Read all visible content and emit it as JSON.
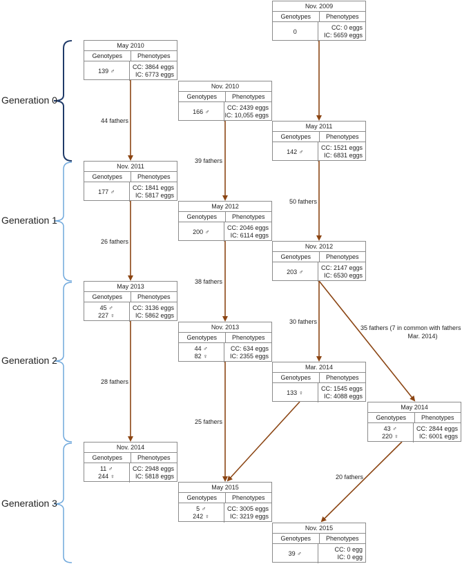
{
  "generations": [
    {
      "label": "Generation 0"
    },
    {
      "label": "Generation 1"
    },
    {
      "label": "Generation 2"
    },
    {
      "label": "Generation 3"
    }
  ],
  "table_headers": {
    "genotypes": "Genotypes",
    "phenotypes": "Phenotypes"
  },
  "batches": [
    {
      "id": "nov2009",
      "date": "Nov. 2009",
      "geno": [
        "0"
      ],
      "pheno": [
        "CC: 0 eggs",
        "IC: 5659 eggs"
      ]
    },
    {
      "id": "may2010",
      "date": "May 2010",
      "geno": [
        "139 ♂"
      ],
      "pheno": [
        "CC: 3864 eggs",
        "IC: 6773 eggs"
      ]
    },
    {
      "id": "nov2010",
      "date": "Nov. 2010",
      "geno": [
        "166 ♂"
      ],
      "pheno": [
        "CC: 2439 eggs",
        "IC: 10,055 eggs"
      ]
    },
    {
      "id": "may2011",
      "date": "May 2011",
      "geno": [
        "142 ♂"
      ],
      "pheno": [
        "CC: 1521 eggs",
        "IC: 6831 eggs"
      ]
    },
    {
      "id": "nov2011",
      "date": "Nov. 2011",
      "geno": [
        "177 ♂"
      ],
      "pheno": [
        "CC: 1841 eggs",
        "IC: 5817 eggs"
      ]
    },
    {
      "id": "may2012",
      "date": "May 2012",
      "geno": [
        "200 ♂"
      ],
      "pheno": [
        "CC: 2046 eggs",
        "IC: 6114 eggs"
      ]
    },
    {
      "id": "nov2012",
      "date": "Nov. 2012",
      "geno": [
        "203 ♂"
      ],
      "pheno": [
        "CC: 2147 eggs",
        "IC: 6530 eggs"
      ]
    },
    {
      "id": "may2013",
      "date": "May 2013",
      "geno": [
        "45 ♂",
        "227 ♀"
      ],
      "pheno": [
        "CC: 3136 eggs",
        "IC: 5862 eggs"
      ]
    },
    {
      "id": "nov2013",
      "date": "Nov. 2013",
      "geno": [
        "44 ♂",
        "82 ♀"
      ],
      "pheno": [
        "CC: 634 eggs",
        "IC: 2355 eggs"
      ]
    },
    {
      "id": "mar2014",
      "date": "Mar. 2014",
      "geno": [
        "133 ♀"
      ],
      "pheno": [
        "CC: 1545 eggs",
        "IC: 4088 eggs"
      ]
    },
    {
      "id": "may2014",
      "date": "May 2014",
      "geno": [
        "43 ♂",
        "220 ♀"
      ],
      "pheno": [
        "CC: 2844 eggs",
        "IC: 6001 eggs"
      ]
    },
    {
      "id": "nov2014",
      "date": "Nov. 2014",
      "geno": [
        "11 ♂",
        "244 ♀"
      ],
      "pheno": [
        "CC: 2948 eggs",
        "IC: 5818 eggs"
      ]
    },
    {
      "id": "may2015",
      "date": "May 2015",
      "geno": [
        "5 ♂",
        "242 ♀"
      ],
      "pheno": [
        "CC: 3005 eggs",
        "IC: 3219 eggs"
      ]
    },
    {
      "id": "nov2015",
      "date": "Nov. 2015",
      "geno": [
        "39 ♂"
      ],
      "pheno": [
        "CC: 0 egg",
        "IC: 0 egg"
      ]
    }
  ],
  "arrows": [
    {
      "from": "nov2009",
      "to": "may2011",
      "label": ""
    },
    {
      "from": "may2010",
      "to": "nov2011",
      "label": "44 fathers"
    },
    {
      "from": "nov2010",
      "to": "may2012",
      "label": "39 fathers"
    },
    {
      "from": "may2011",
      "to": "nov2012",
      "label": "50 fathers"
    },
    {
      "from": "nov2011",
      "to": "may2013",
      "label": "26 fathers"
    },
    {
      "from": "may2012",
      "to": "nov2013",
      "label": "38 fathers"
    },
    {
      "from": "nov2012",
      "to": "mar2014",
      "label": "30 fathers"
    },
    {
      "from": "nov2012",
      "to": "may2014",
      "label": "35 fathers (7 in common with fathers of batch Mar. 2014)"
    },
    {
      "from": "may2013",
      "to": "nov2014",
      "label": "28 fathers"
    },
    {
      "from": "nov2013",
      "to": "may2015",
      "label": "25 fathers"
    },
    {
      "from": "mar2014",
      "to": "may2015",
      "label": ""
    },
    {
      "from": "may2014",
      "to": "nov2015",
      "label": "20 fathers"
    }
  ],
  "colors": {
    "arrow": "#8B4513",
    "bracket_gen0": "#1f3a68",
    "bracket_other": "#6fa8dc",
    "box_border": "#8a8a8a"
  }
}
